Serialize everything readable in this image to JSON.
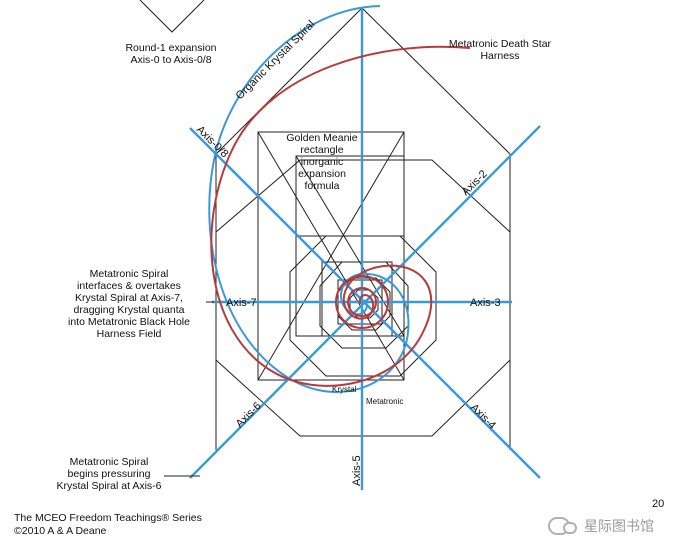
{
  "labels": {
    "round1": "Round-1 expansion\nAxis-0 to Axis-0/8",
    "organic": "Organic Krystal Spiral",
    "death_star": "Metatronic Death Star\nHarness",
    "golden": "Golden Meanie\nrectangle\ninorganic\nexpansion\nformula",
    "meta_spiral": "Metatronic Spiral\ninterfaces & overtakes\nKrystal Spiral at Axis-7,\ndragging Krystal quanta\ninto Metatronic Black Hole\nHarness Field",
    "pressuring": "Metatronic Spiral\nbegins pressuring\nKrystal Spiral at Axis-6",
    "krystal": "Krystal",
    "metatronic": "Metatronic"
  },
  "axes": {
    "a08": "Axis-0/8",
    "a2": "Axis-2",
    "a3": "Axis-3",
    "a4": "Axis-4",
    "a5": "Axis-5",
    "a6": "Axis-6",
    "a7": "Axis-7"
  },
  "footer": {
    "line1": "The MCEO Freedom Teachings® Series",
    "line2": "©2010 A & A Deane"
  },
  "page_number": "20",
  "watermark": "星际图书馆",
  "colors": {
    "axis": "#3a9ad9",
    "metatronic": "#b83a3a",
    "lines": "#222222"
  }
}
